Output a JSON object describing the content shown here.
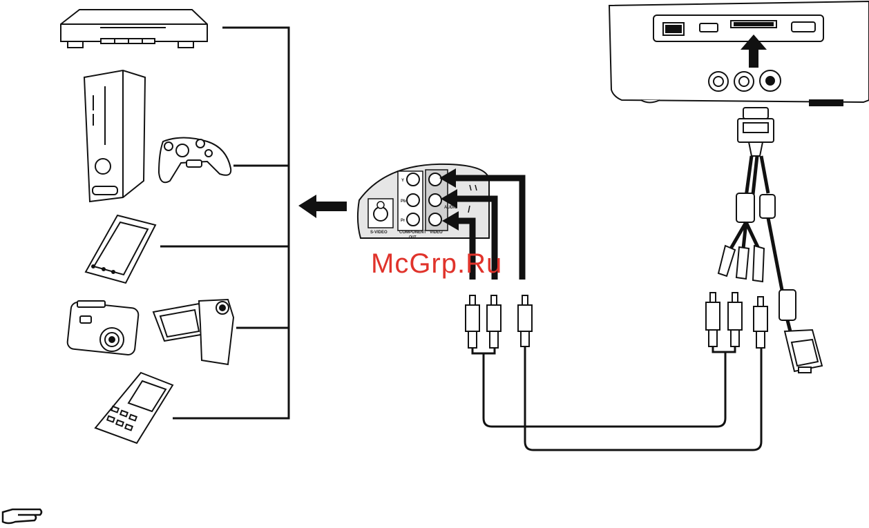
{
  "panel_labels": {
    "y": "Y",
    "pb": "Pb",
    "pr": "Pr",
    "audio": "AUDIO",
    "s_video": "S-VIDEO",
    "component": "COMPONENT",
    "video": "VIDEO",
    "out": "OUT"
  },
  "watermark": "McGrp.Ru",
  "colors": {
    "line": "#111111",
    "watermark": "#e0332b",
    "device_fill": "#ffffff",
    "panel_fill": "#e6e6e6"
  },
  "icons": [
    "dvd-player-icon",
    "game-console-icon",
    "gamepad-icon",
    "media-player-icon",
    "digital-camera-icon",
    "camcorder-icon",
    "mobile-phone-icon",
    "projector-icon",
    "note-hand-icon"
  ]
}
